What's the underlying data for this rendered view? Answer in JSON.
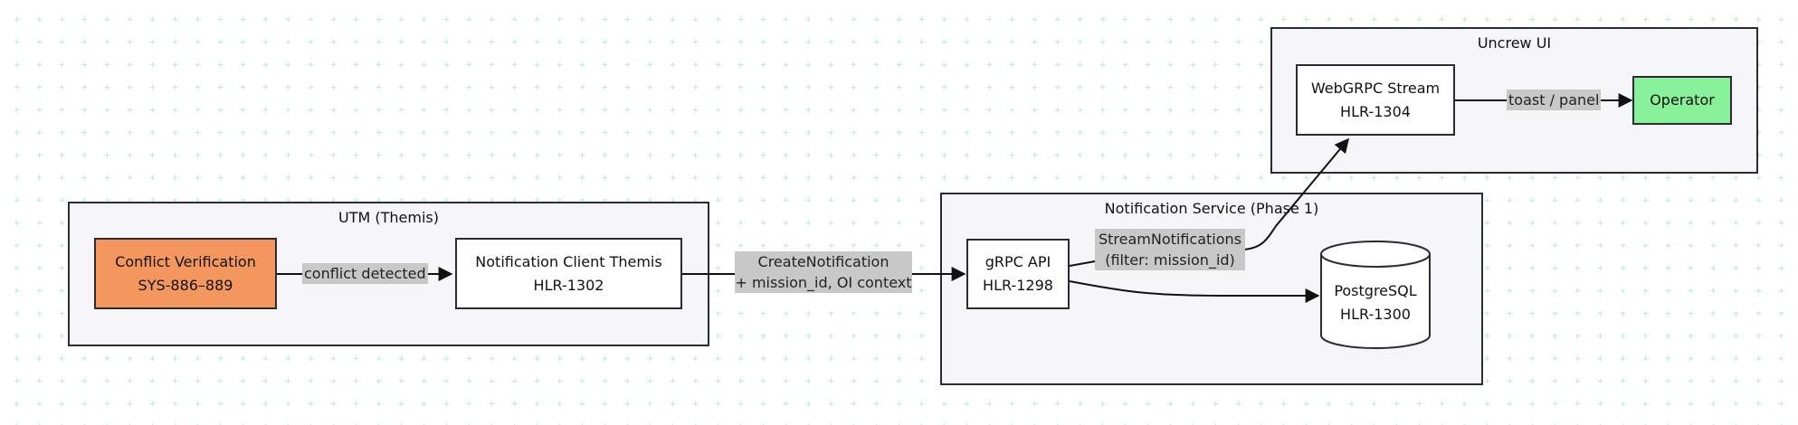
{
  "groups": {
    "uncrew": {
      "title": "Uncrew UI"
    },
    "utm": {
      "title": "UTM (Themis)"
    },
    "notification": {
      "title": "Notification Service (Phase 1)"
    }
  },
  "nodes": {
    "conflict": {
      "line1": "Conflict Verification",
      "line2": "SYS-886–889"
    },
    "client": {
      "line1": "Notification Client Themis",
      "line2": "HLR-1302"
    },
    "grpc": {
      "line1": "gRPC API",
      "line2": "HLR-1298"
    },
    "postgres": {
      "line1": "PostgreSQL",
      "line2": "HLR-1300"
    },
    "webgrpc": {
      "line1": "WebGRPC Stream",
      "line2": "HLR-1304"
    },
    "operator": {
      "line1": "Operator"
    }
  },
  "edges": {
    "conflict_detected": "conflict detected",
    "create_notification": {
      "line1": "CreateNotification",
      "line2": "+ mission_id, OI context"
    },
    "stream_notifications": {
      "line1": "StreamNotifications",
      "line2": "(filter: mission_id)"
    },
    "toast_panel": "toast / panel"
  },
  "colors": {
    "conflict_fill": "#f4975f",
    "operator_fill": "#88f098",
    "group_fill": "#f6f6f9",
    "label_fill": "#c8c8c8",
    "grid_dot": "#c7ebe0"
  }
}
